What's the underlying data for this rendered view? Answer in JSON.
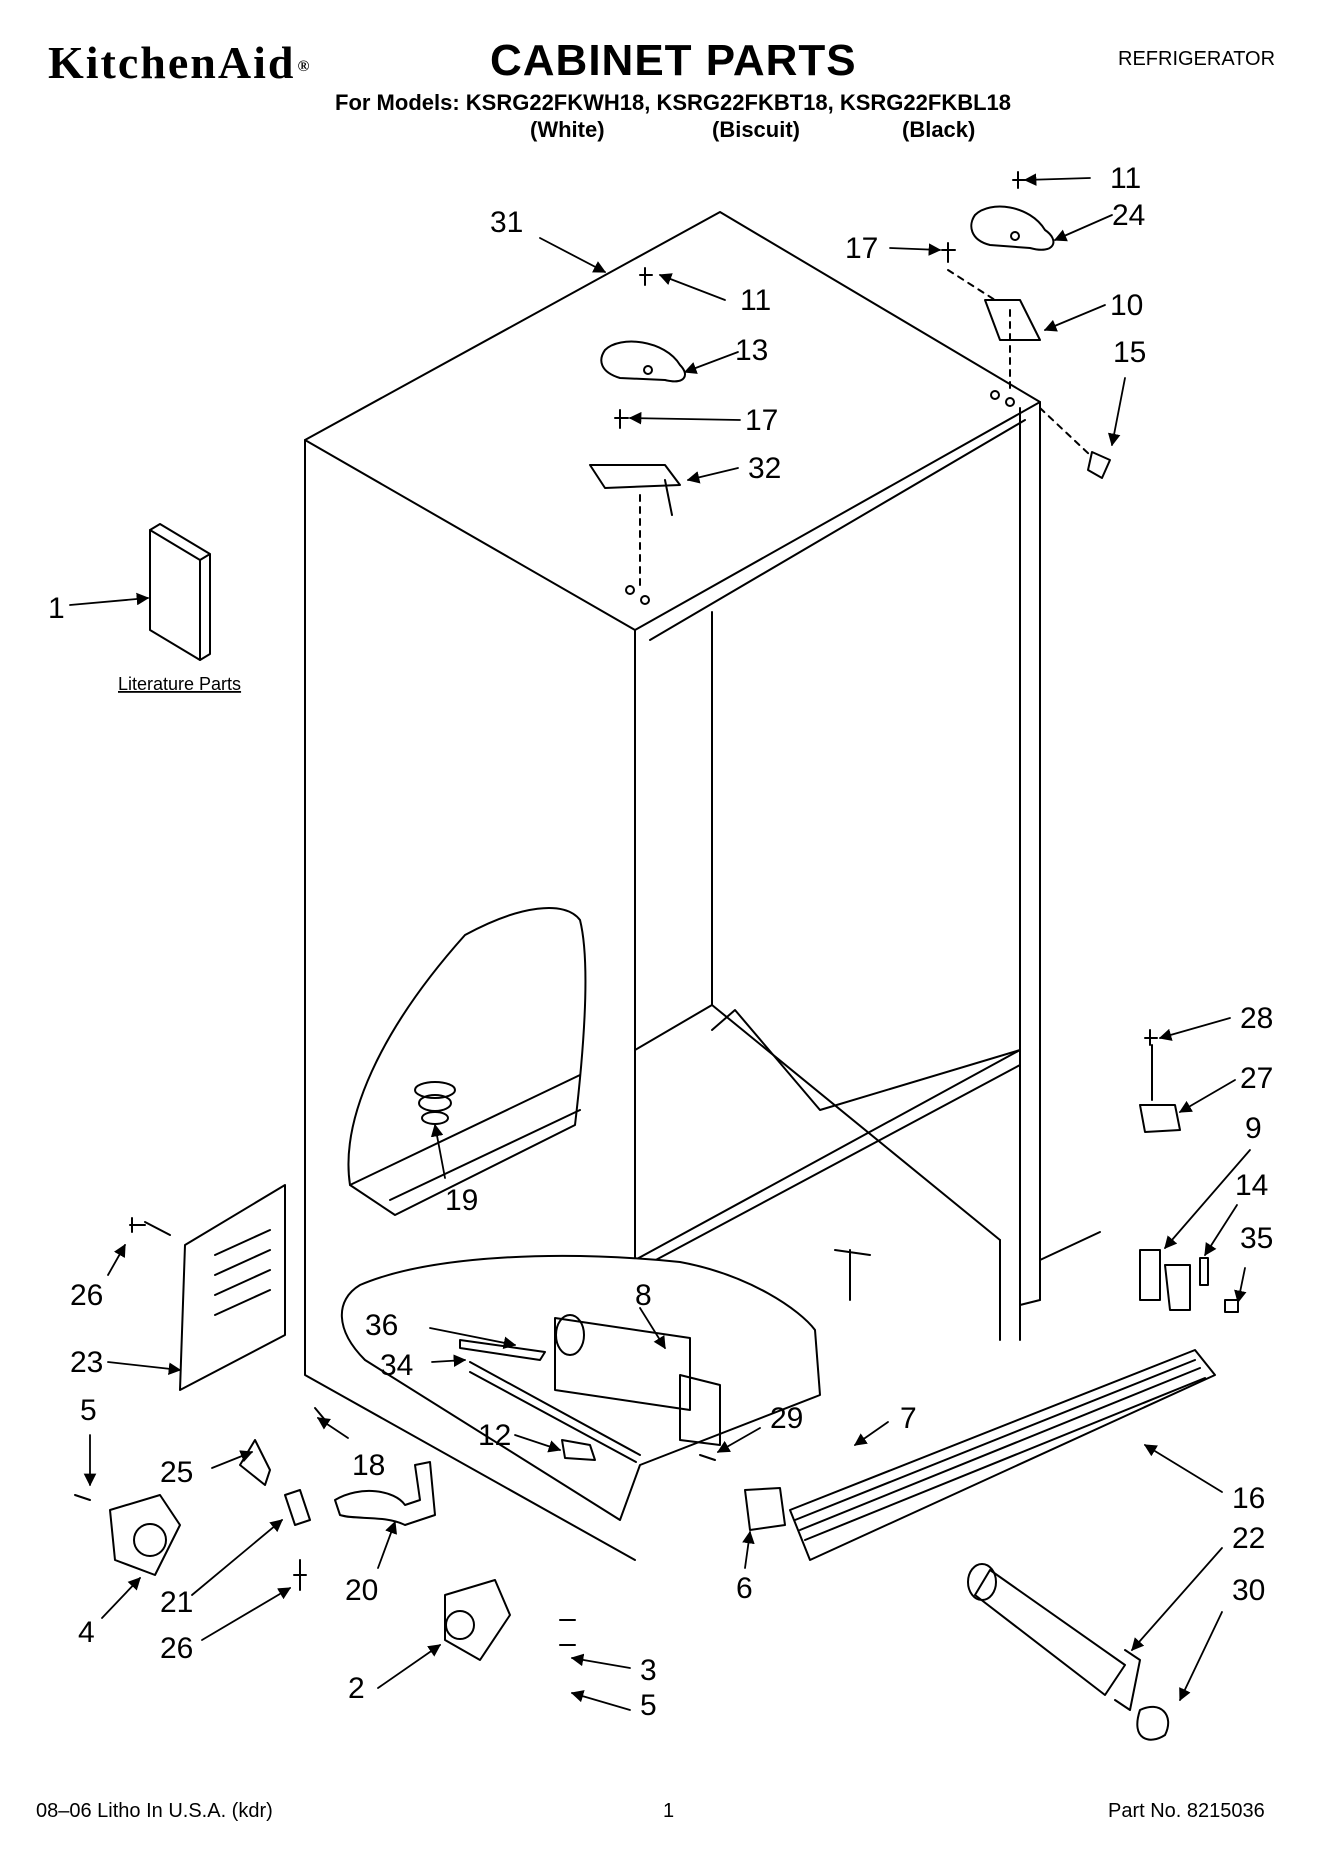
{
  "header": {
    "brand": "KitchenAid",
    "title": "CABINET PARTS",
    "category": "REFRIGERATOR",
    "models_line": "For Models: KSRG22FKWH18, KSRG22FKBT18, KSRG22FKBL18",
    "colors": [
      "(White)",
      "(Biscuit)",
      "(Black)"
    ]
  },
  "diagram": {
    "literature_label": "Literature Parts",
    "callouts": [
      "11",
      "24",
      "17",
      "10",
      "15",
      "31",
      "11",
      "13",
      "17",
      "32",
      "1",
      "28",
      "27",
      "9",
      "14",
      "35",
      "19",
      "8",
      "36",
      "34",
      "26",
      "23",
      "5",
      "29",
      "7",
      "16",
      "12",
      "25",
      "18",
      "22",
      "6",
      "30",
      "21",
      "20",
      "4",
      "26",
      "2",
      "3",
      "5"
    ]
  },
  "footer": {
    "left": "08–06 Litho In U.S.A. (kdr)",
    "center": "1",
    "right": "Part No. 8215036"
  }
}
